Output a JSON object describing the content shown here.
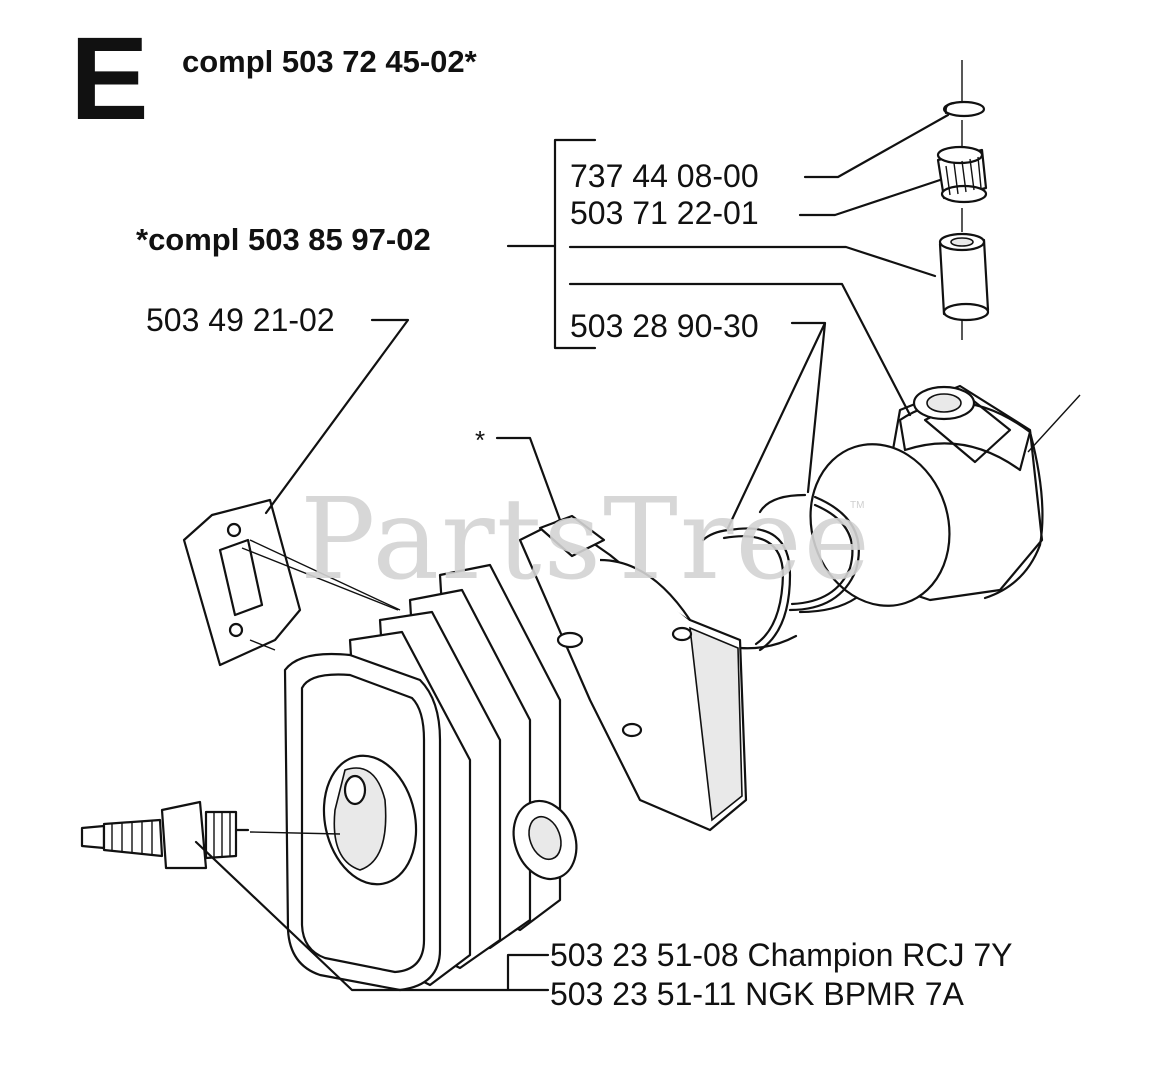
{
  "section_letter": "E",
  "title": "compl 503 72 45-02*",
  "kit_label": "*compl 503 85 97-02",
  "parts": {
    "circlip": "737 44 08-00",
    "needle_bearing": "503 71 22-01",
    "piston_rings": "503 28 90-30",
    "gasket": "503 49 21-02",
    "spark_plug_champion": "503 23 51-08 Champion RCJ 7Y",
    "spark_plug_ngk": "503 23 51-11 NGK BPMR 7A"
  },
  "cylinder_marker": "*",
  "watermark": "PartsTree",
  "watermark_tm": "TM"
}
